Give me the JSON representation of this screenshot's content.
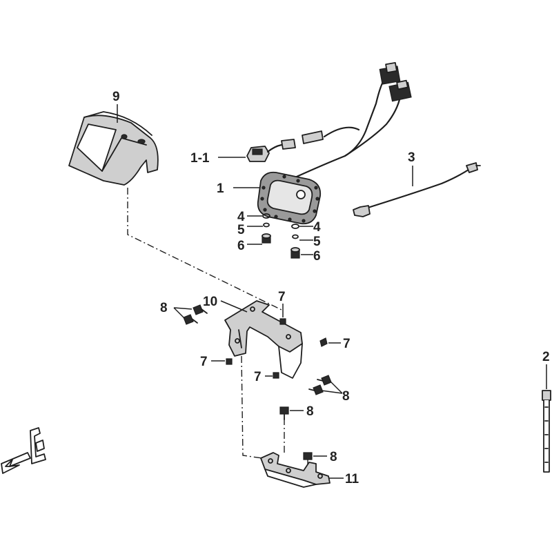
{
  "diagram": {
    "callouts": {
      "c9": "9",
      "c1_1": "1-1",
      "c3": "3",
      "c1": "1",
      "c4_left": "4",
      "c5_left": "5",
      "c6_left": "6",
      "c4_right": "4",
      "c5_right": "5",
      "c6_right": "6",
      "c8_top": "8",
      "c10": "10",
      "c7_top": "7",
      "c7_right": "7",
      "c7_left": "7",
      "c7_mid": "7",
      "c8_right": "8",
      "c2": "2",
      "c8_lower_a": "8",
      "c8_lower_b": "8",
      "c11": "11",
      "front_marker": "F"
    },
    "colors": {
      "line": "#1e1e1e",
      "fill_light": "#cfcfcf",
      "fill_dark": "#2a2a2a",
      "background": "#ffffff"
    }
  }
}
